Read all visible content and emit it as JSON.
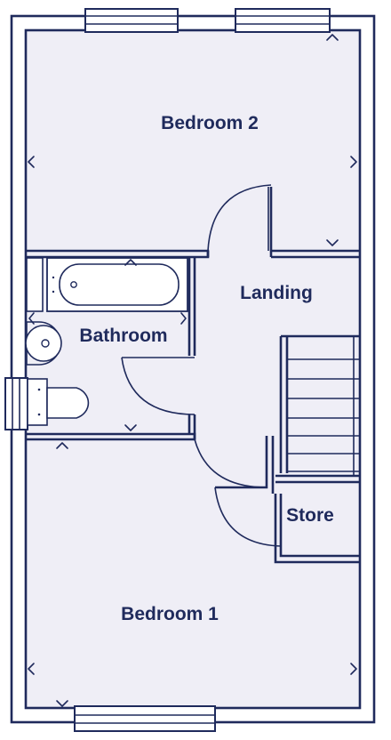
{
  "rooms": {
    "bedroom2": "Bedroom 2",
    "landing": "Landing",
    "bathroom": "Bathroom",
    "store": "Store",
    "bedroom1": "Bedroom 1"
  },
  "colors": {
    "wall": "#1f2a5c",
    "floor": "#efeef6",
    "background": "#ffffff"
  }
}
